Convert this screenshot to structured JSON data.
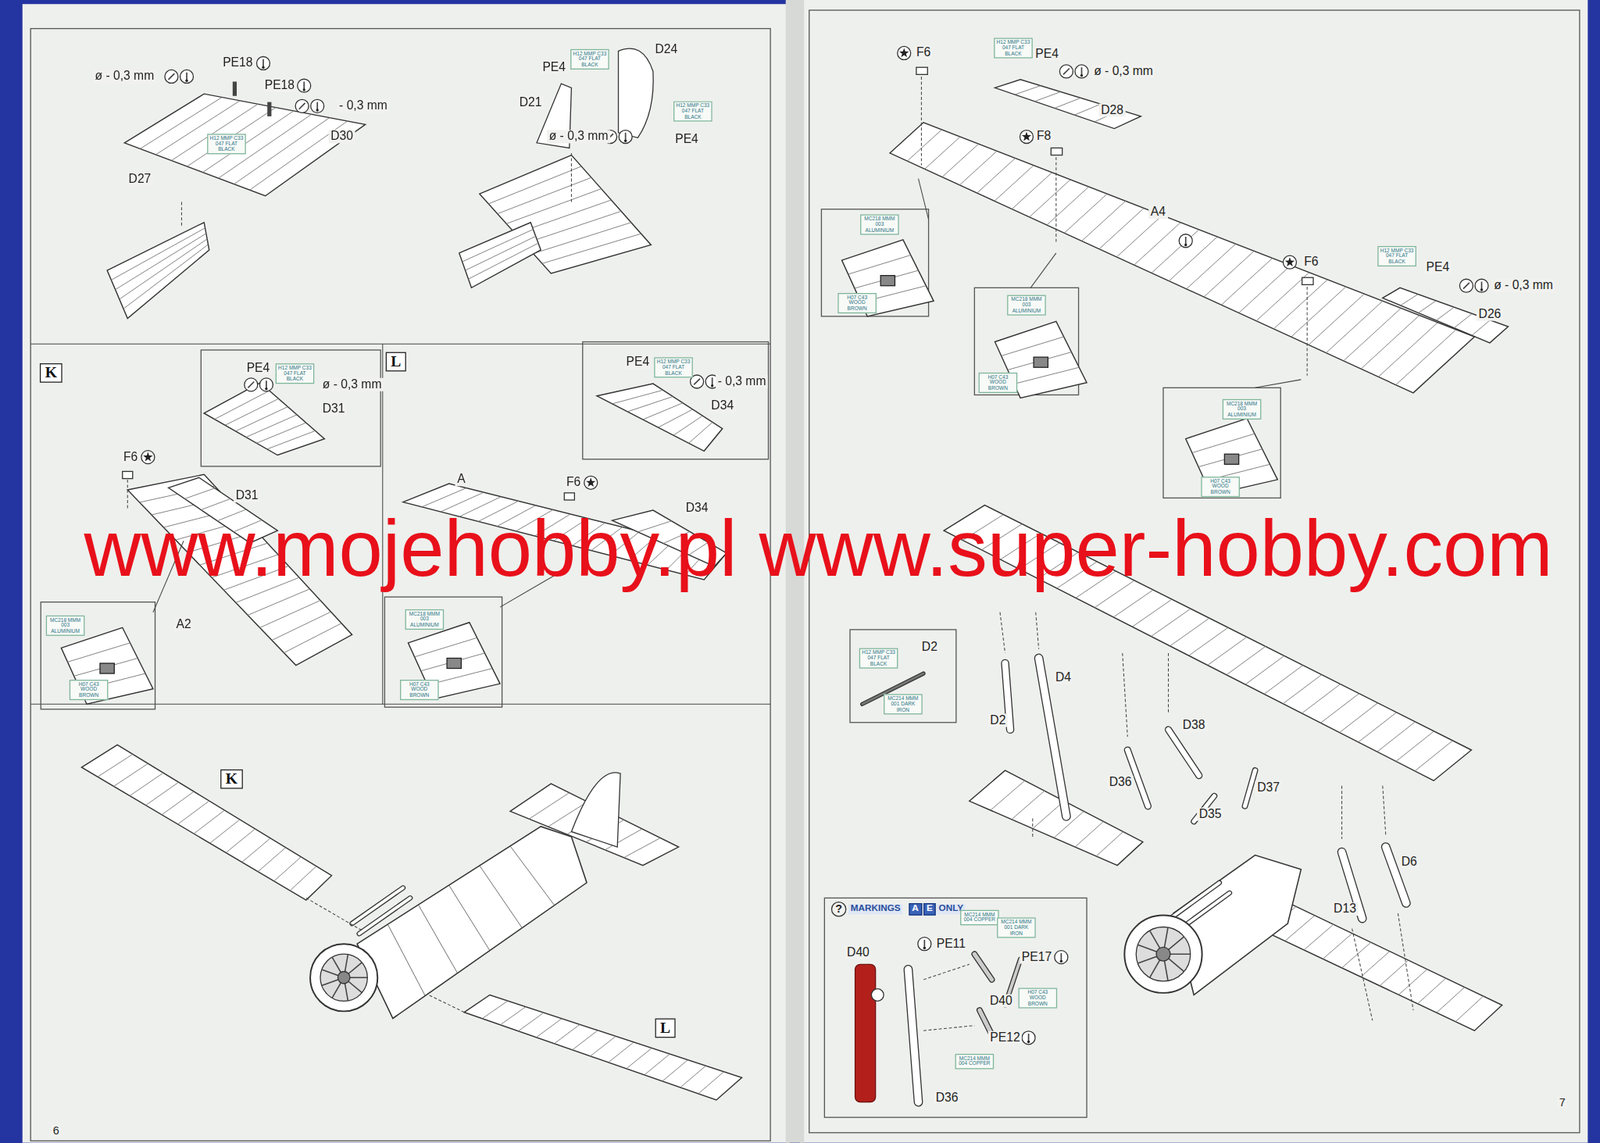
{
  "diagram": {
    "nodes": [
      {
        "text": [
          "K"
        ]
      },
      {
        "text": [
          "L"
        ]
      },
      {
        "text": [
          "K"
        ]
      },
      {
        "text": [
          "L"
        ]
      }
    ],
    "labels": [
      "ø - 0,3 mm",
      "PE18",
      "PE18",
      "- 0,3 mm",
      "H12 MMP C33 047 FLAT BLACK",
      "D30",
      "D27",
      "PE4",
      "H12 MMP C33 047 FLAT BLACK",
      "D24",
      "D21",
      "ø - 0,3 mm",
      "H12 MMP C33 047 FLAT BLACK",
      "PE4",
      "PE4",
      "H12 MMP C33 047 FLAT BLACK",
      "ø - 0,3 mm",
      "D31",
      "F6",
      "D31",
      "A2",
      "MC218 MMM 003 ALUMINIUM",
      "H07 C43 WOOD BROWN",
      "PE4",
      "H12 MMP C33 047 FLAT BLACK",
      "- 0,3 mm",
      "D34",
      "F6",
      "D34",
      "A",
      "MC218 MMM 003 ALUMINIUM",
      "H07 C43 WOOD BROWN",
      "6",
      "F6",
      "H12 MMP C33 047 FLAT BLACK",
      "PE4",
      "ø - 0,3 mm",
      "D28",
      "F8",
      "A4",
      "MC218 MMM 003 ALUMINIUM",
      "H07 C43 WOOD BROWN",
      "MC218 MMM 003 ALUMINIUM",
      "H07 C43 WOOD BROWN",
      "F6",
      "H12 MMP C33 047 FLAT BLACK",
      "PE4",
      "ø - 0,3 mm",
      "D26",
      "MC218 MMM 003 ALUMINIUM",
      "H07 C43 WOOD BROWN",
      "H12 MMP C33 047 FLAT BLACK",
      "D2",
      "MC214 MMM 001 DARK IRON",
      "D2",
      "D4",
      "D38",
      "D36",
      "D35",
      "D37",
      "D6",
      "D13",
      "?",
      "MARKINGS",
      "A",
      "E",
      "ONLY",
      "D40",
      "PE11",
      "MC214 MMM 004 COPPER",
      "MC214 MMM 001 DARK IRON",
      "PE17",
      "D40",
      "H07 C43 WOOD BROWN",
      "PE12",
      "MC214 MMM 004 COPPER",
      "D36",
      "7",
      "www.mojehobby.pl www.super-hobby.com"
    ]
  }
}
